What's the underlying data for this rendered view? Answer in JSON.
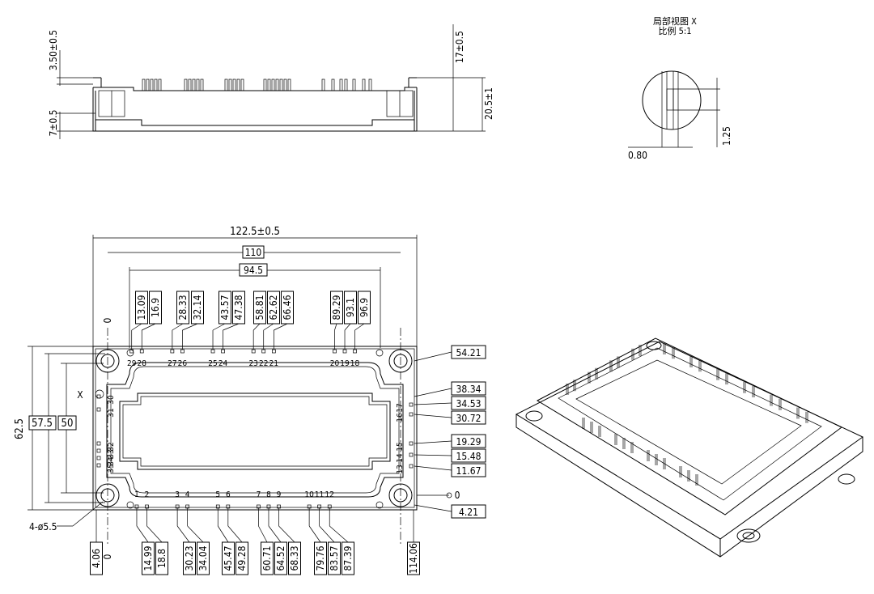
{
  "title": {
    "line1": "局部视图 X",
    "line2": "比例 5:1"
  },
  "side_view": {
    "left": [
      "3.50±0.5",
      "7±0.5"
    ],
    "right": [
      "17±0.5",
      "20.5±1"
    ]
  },
  "detail": {
    "pin_width": "0.80",
    "pin_height": "1.25"
  },
  "plan": {
    "overall_width": "122.5±0.5",
    "width_110": "110",
    "width_94": "94.5",
    "height_62": "62.5",
    "height_57": "57.5",
    "height_50": "50",
    "hole_callout": "4-ø5.5",
    "view_marker": "X",
    "zero": "0",
    "top_dims": [
      "13.09",
      "16.9",
      "28.33",
      "32.14",
      "43.57",
      "47.38",
      "58.81",
      "62.62",
      "66.46",
      "89.29",
      "93.1",
      "96.9"
    ],
    "top_pins": [
      "29",
      "28",
      "27",
      "26",
      "25",
      "24",
      "23",
      "22",
      "21",
      "20",
      "19",
      "18"
    ],
    "bottom_dims": [
      "14.99",
      "18.8",
      "30.23",
      "34.04",
      "45.47",
      "49.28",
      "60.71",
      "64.52",
      "68.33",
      "79.76",
      "83.57",
      "87.39"
    ],
    "bottom_pins": [
      "1",
      "2",
      "3",
      "4",
      "5",
      "6",
      "7",
      "8",
      "9",
      "10",
      "11",
      "12"
    ],
    "left_pins": [
      "30",
      "31",
      "32",
      "33",
      "34",
      "35"
    ],
    "right_pins": [
      "17",
      "16",
      "15",
      "14",
      "13"
    ],
    "right_dims": [
      "54.21",
      "38.34",
      "34.53",
      "30.72",
      "19.29",
      "15.48",
      "11.67",
      "4.21"
    ],
    "corner_dims": [
      "4.06",
      "114.06"
    ]
  }
}
